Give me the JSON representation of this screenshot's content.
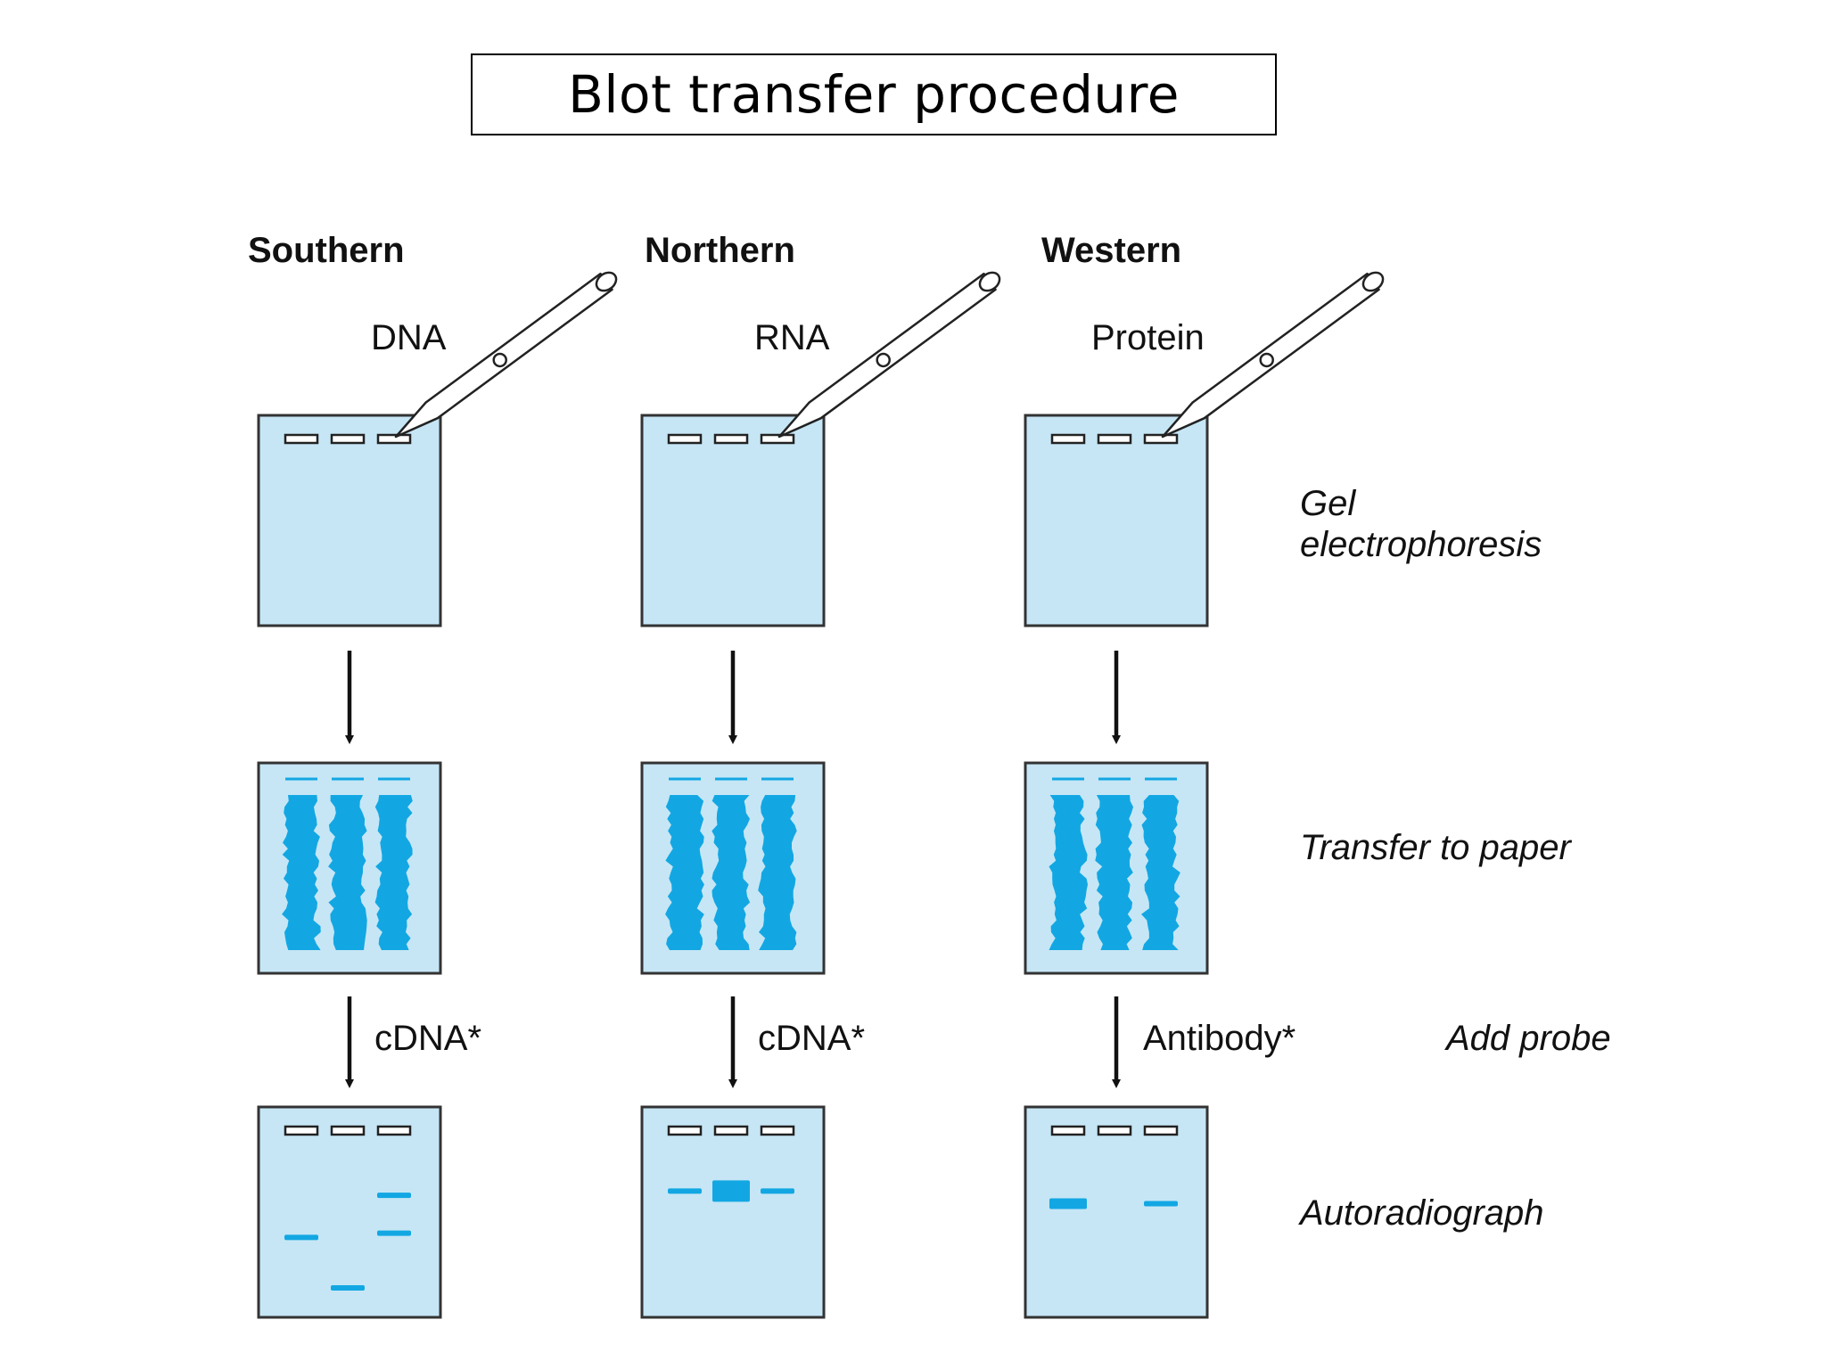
{
  "title": "Blot transfer procedure",
  "colors": {
    "gel_fill": "#c6e6f5",
    "band": "#12a7e3",
    "outline": "#333333",
    "text": "#111111"
  },
  "columns": [
    {
      "name": "Southern",
      "sample": "DNA",
      "probe": "cDNA*",
      "result_bands": [
        {
          "lane": 1,
          "position": 0.62,
          "size": "thin"
        },
        {
          "lane": 2,
          "position": 0.86,
          "size": "thin"
        },
        {
          "lane": 3,
          "position": 0.42,
          "size": "thin"
        },
        {
          "lane": 3,
          "position": 0.6,
          "size": "thin"
        }
      ]
    },
    {
      "name": "Northern",
      "sample": "RNA",
      "probe": "cDNA*",
      "result_bands": [
        {
          "lane": 1,
          "position": 0.4,
          "size": "thin"
        },
        {
          "lane": 2,
          "position": 0.4,
          "size": "thick"
        },
        {
          "lane": 3,
          "position": 0.4,
          "size": "thin"
        }
      ]
    },
    {
      "name": "Western",
      "sample": "Protein",
      "probe": "Antibody*",
      "result_bands": [
        {
          "lane": 1,
          "position": 0.46,
          "size": "medium"
        },
        {
          "lane": 3,
          "position": 0.46,
          "size": "thin"
        }
      ]
    }
  ],
  "steps": {
    "gel_line1": "Gel",
    "gel_line2": "electrophoresis",
    "transfer": "Transfer to paper",
    "probe": "Add probe",
    "autoradiograph": "Autoradiograph"
  }
}
